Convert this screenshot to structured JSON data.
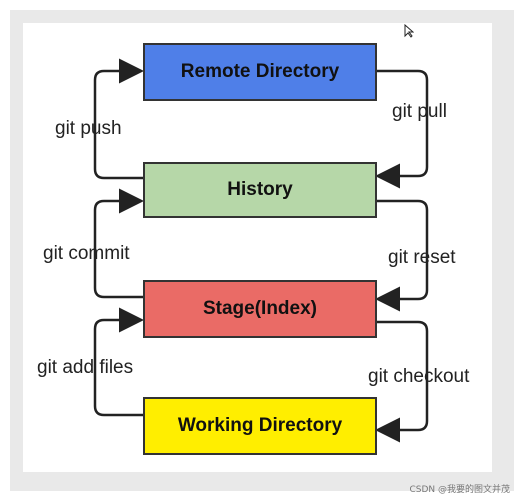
{
  "boxes": {
    "remote": {
      "label": "Remote Directory",
      "color": "#4f7fe8"
    },
    "history": {
      "label": "History",
      "color": "#b6d7a8"
    },
    "stage": {
      "label": "Stage(Index)",
      "color": "#ea6b66"
    },
    "working": {
      "label": "Working Directory",
      "color": "#ffee00"
    }
  },
  "commands": {
    "push": "git push",
    "pull": "git pull",
    "commit": "git commit",
    "reset": "git reset",
    "add": "git add files",
    "checkout": "git checkout"
  },
  "watermark": "CSDN @我要的图文并茂"
}
